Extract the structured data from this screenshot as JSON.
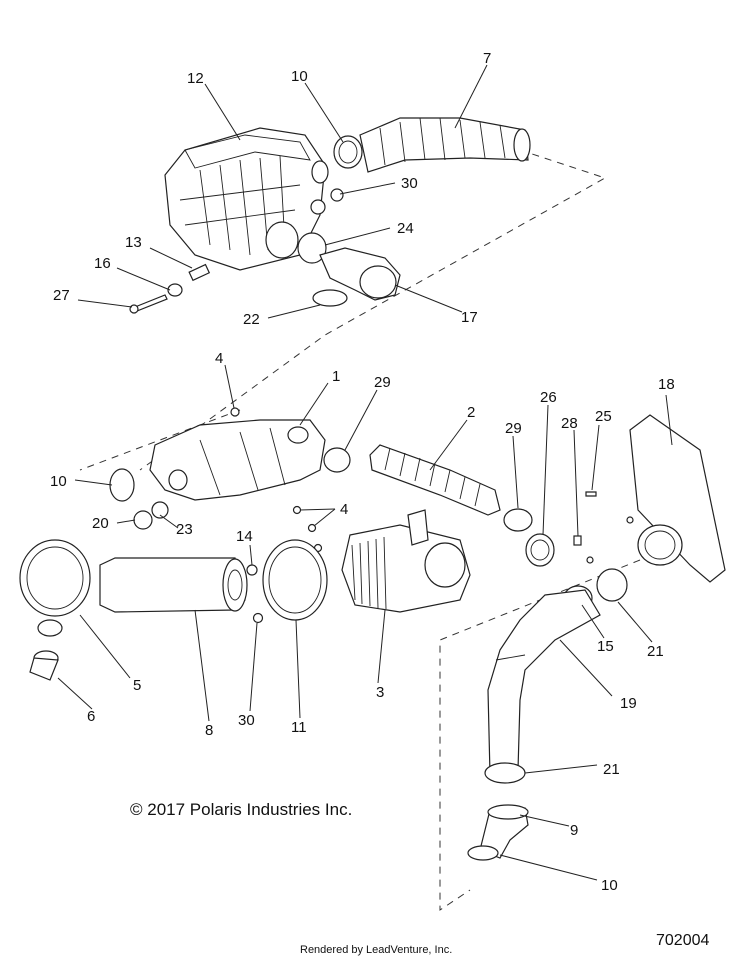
{
  "callouts": {
    "c12": "12",
    "c10a": "10",
    "c7": "7",
    "c30a": "30",
    "c24": "24",
    "c13": "13",
    "c16": "16",
    "c27": "27",
    "c22": "22",
    "c17": "17",
    "c4a": "4",
    "c1": "1",
    "c29a": "29",
    "c2": "2",
    "c26": "26",
    "c25": "25",
    "c18": "18",
    "c10b": "10",
    "c28": "28",
    "c29b": "29",
    "c20": "20",
    "c23": "23",
    "c4b": "4",
    "c14": "14",
    "c15": "15",
    "c21a": "21",
    "c5": "5",
    "c6": "6",
    "c8": "8",
    "c30b": "30",
    "c11": "11",
    "c3": "3",
    "c19": "19",
    "c21b": "21",
    "c9": "9",
    "c10c": "10"
  },
  "footer": {
    "copyright": "© 2017 Polaris Industries Inc.",
    "rendered_by": "Rendered by LeadVenture, Inc.",
    "diagram_id": "702004"
  }
}
